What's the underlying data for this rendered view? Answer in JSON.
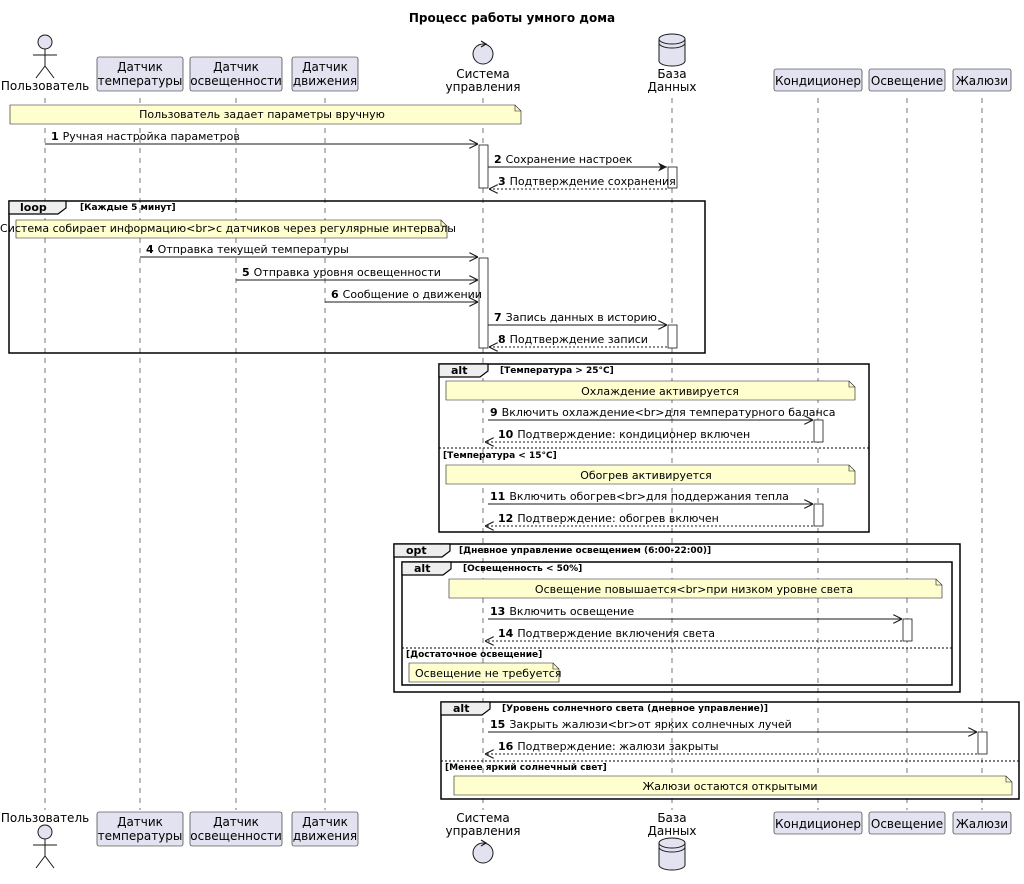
{
  "title": "Процесс работы умного дома",
  "participants": {
    "user": "Пользователь",
    "temp": [
      "Датчик",
      "температуры"
    ],
    "light": [
      "Датчик",
      "освещенности"
    ],
    "motion": [
      "Датчик",
      "движения"
    ],
    "system": [
      "Система",
      "управления"
    ],
    "db": [
      "База",
      "Данных"
    ],
    "ac": "Кондиционер",
    "lighting": "Освещение",
    "blinds": "Жалюзи"
  },
  "notes": {
    "manual": "Пользователь задает параметры вручную",
    "collect": "Система собирает информацию<br>с датчиков через регулярные интервалы",
    "cooling": "Охлаждение активируется",
    "heating": "Обогрев активируется",
    "light_up": "Освещение повышается<br>при низком уровне света",
    "no_light": "Освещение не требуется",
    "blinds_open": "Жалюзи остаются открытыми"
  },
  "frames": {
    "loop": {
      "tag": "loop",
      "cond": "[Каждые 5 минут]"
    },
    "alt_temp": {
      "tag": "alt",
      "cond": "[Температура > 25°C]",
      "else_cond": "[Температура < 15°C]"
    },
    "opt_light": {
      "tag": "opt",
      "cond": "[Дневное управление освещением (6:00-22:00)]"
    },
    "alt_light": {
      "tag": "alt",
      "cond": "[Освещенность < 50%]",
      "else_cond": "[Достаточное освещение]"
    },
    "alt_sun": {
      "tag": "alt",
      "cond": "[Уровень солнечного света (дневное управление)]",
      "else_cond": "[Менее яркий солнечный свет]"
    }
  },
  "messages": [
    {
      "num": "1",
      "text": "Ручная настройка параметров"
    },
    {
      "num": "2",
      "text": "Сохранение настроек"
    },
    {
      "num": "3",
      "text": "Подтверждение сохранения"
    },
    {
      "num": "4",
      "text": "Отправка текущей температуры"
    },
    {
      "num": "5",
      "text": "Отправка уровня освещенности"
    },
    {
      "num": "6",
      "text": "Сообщение о движении"
    },
    {
      "num": "7",
      "text": "Запись данных в историю"
    },
    {
      "num": "8",
      "text": "Подтверждение записи"
    },
    {
      "num": "9",
      "text": "Включить охлаждение<br>для температурного баланса"
    },
    {
      "num": "10",
      "text": "Подтверждение: кондиционер включен"
    },
    {
      "num": "11",
      "text": "Включить обогрев<br>для поддержания тепла"
    },
    {
      "num": "12",
      "text": "Подтверждение: обогрев включен"
    },
    {
      "num": "13",
      "text": "Включить освещение"
    },
    {
      "num": "14",
      "text": "Подтверждение включения света"
    },
    {
      "num": "15",
      "text": "Закрыть жалюзи<br>от ярких солнечных лучей"
    },
    {
      "num": "16",
      "text": "Подтверждение: жалюзи закрыты"
    }
  ]
}
